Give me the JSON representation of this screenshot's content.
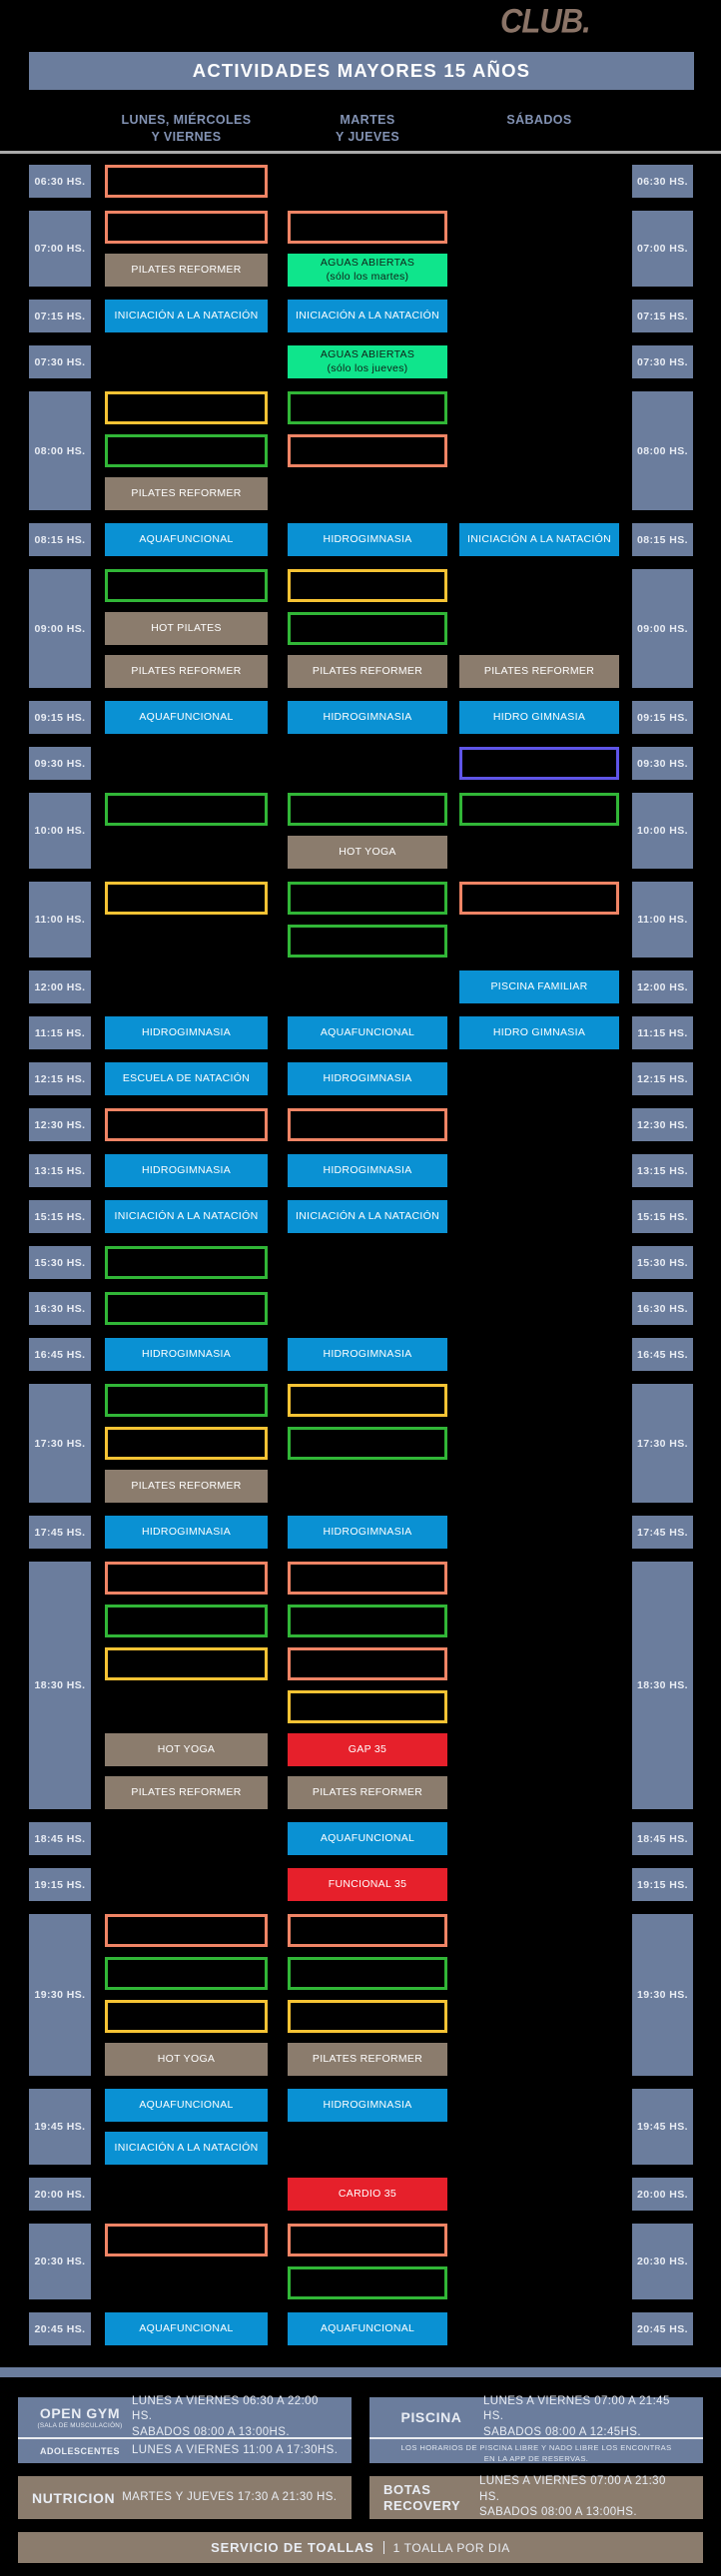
{
  "logo": "CLUB.",
  "title": "ACTIVIDADES MAYORES 15 AÑOS",
  "columns": [
    {
      "line1": "LUNES, MIÉRCOLES",
      "line2": "Y VIERNES"
    },
    {
      "line1": "MARTES",
      "line2": "Y JUEVES"
    },
    {
      "line1": "SÁBADOS",
      "line2": ""
    }
  ],
  "colors": {
    "theme": {
      "slate": "#6b7d9d",
      "brown": "#8b7c6d",
      "rule": "#aaaaaa",
      "logo": "#8b7467"
    },
    "fill": {
      "blue": "#0a91d3",
      "brown": "#8b7c6d",
      "green": "#0fe58c",
      "red": "#e6202b"
    },
    "border": {
      "salmon": "#ef8465",
      "green": "#31b637",
      "yellow": "#f6c334",
      "indigo": "#5f55e8"
    }
  },
  "schedule": {
    "rows": [
      {
        "time": "06:30 HS.",
        "cols": [
          [
            {
              "kind": "outline",
              "style": "salmon"
            }
          ],
          [],
          []
        ]
      },
      {
        "time": "07:00 HS.",
        "cols": [
          [
            {
              "kind": "outline",
              "style": "salmon"
            },
            {
              "kind": "filled",
              "style": "brown",
              "label": "PILATES REFORMER"
            }
          ],
          [
            {
              "kind": "outline",
              "style": "salmon"
            },
            {
              "kind": "filled",
              "style": "green",
              "label": "AGUAS ABIERTAS",
              "sublabel": "(sólo los martes)"
            }
          ],
          []
        ]
      },
      {
        "time": "07:15 HS.",
        "cols": [
          [
            {
              "kind": "filled",
              "style": "blue",
              "label": "INICIACIÓN A LA NATACIÓN"
            }
          ],
          [
            {
              "kind": "filled",
              "style": "blue",
              "label": "INICIACIÓN A LA NATACIÓN"
            }
          ],
          []
        ]
      },
      {
        "time": "07:30 HS.",
        "cols": [
          [],
          [
            {
              "kind": "filled",
              "style": "green",
              "label": "AGUAS ABIERTAS",
              "sublabel": "(sólo los jueves)"
            }
          ],
          []
        ]
      },
      {
        "time": "08:00 HS.",
        "cols": [
          [
            {
              "kind": "outline",
              "style": "yellow"
            },
            {
              "kind": "outline",
              "style": "green"
            },
            {
              "kind": "filled",
              "style": "brown",
              "label": "PILATES REFORMER"
            }
          ],
          [
            {
              "kind": "outline",
              "style": "green"
            },
            {
              "kind": "outline",
              "style": "salmon"
            }
          ],
          []
        ]
      },
      {
        "time": "08:15 HS.",
        "cols": [
          [
            {
              "kind": "filled",
              "style": "blue",
              "label": "AQUAFUNCIONAL"
            }
          ],
          [
            {
              "kind": "filled",
              "style": "blue",
              "label": "HIDROGIMNASIA"
            }
          ],
          [
            {
              "kind": "filled",
              "style": "blue",
              "label": "INICIACIÓN A LA NATACIÓN"
            }
          ]
        ]
      },
      {
        "time": "09:00 HS.",
        "cols": [
          [
            {
              "kind": "outline",
              "style": "green"
            },
            {
              "kind": "filled",
              "style": "brown",
              "label": "HOT PILATES"
            },
            {
              "kind": "filled",
              "style": "brown",
              "label": "PILATES REFORMER"
            }
          ],
          [
            {
              "kind": "outline",
              "style": "yellow"
            },
            {
              "kind": "outline",
              "style": "green"
            },
            {
              "kind": "filled",
              "style": "brown",
              "label": "PILATES REFORMER"
            }
          ],
          [
            {
              "kind": "spacer"
            },
            {
              "kind": "spacer"
            },
            {
              "kind": "filled",
              "style": "brown",
              "label": "PILATES REFORMER"
            }
          ]
        ]
      },
      {
        "time": "09:15 HS.",
        "cols": [
          [
            {
              "kind": "filled",
              "style": "blue",
              "label": "AQUAFUNCIONAL"
            }
          ],
          [
            {
              "kind": "filled",
              "style": "blue",
              "label": "HIDROGIMNASIA"
            }
          ],
          [
            {
              "kind": "filled",
              "style": "blue",
              "label": "HIDRO GIMNASIA"
            }
          ]
        ]
      },
      {
        "time": "09:30 HS.",
        "cols": [
          [],
          [],
          [
            {
              "kind": "outline",
              "style": "indigo"
            }
          ]
        ]
      },
      {
        "time": "10:00 HS.",
        "cols": [
          [
            {
              "kind": "outline",
              "style": "green"
            }
          ],
          [
            {
              "kind": "outline",
              "style": "green"
            },
            {
              "kind": "filled",
              "style": "brown",
              "label": "HOT YOGA"
            }
          ],
          [
            {
              "kind": "outline",
              "style": "green"
            }
          ]
        ]
      },
      {
        "time": "11:00 HS.",
        "cols": [
          [
            {
              "kind": "outline",
              "style": "yellow"
            }
          ],
          [
            {
              "kind": "outline",
              "style": "green"
            },
            {
              "kind": "outline",
              "style": "green"
            }
          ],
          [
            {
              "kind": "outline",
              "style": "salmon"
            }
          ]
        ]
      },
      {
        "time": "12:00 HS.",
        "cols": [
          [],
          [],
          [
            {
              "kind": "filled",
              "style": "blue",
              "label": "PISCINA FAMILIAR"
            }
          ]
        ]
      },
      {
        "time": "11:15 HS.",
        "cols": [
          [
            {
              "kind": "filled",
              "style": "blue",
              "label": "HIDROGIMNASIA"
            }
          ],
          [
            {
              "kind": "filled",
              "style": "blue",
              "label": "AQUAFUNCIONAL"
            }
          ],
          [
            {
              "kind": "filled",
              "style": "blue",
              "label": "HIDRO GIMNASIA"
            }
          ]
        ]
      },
      {
        "time": "12:15 HS.",
        "cols": [
          [
            {
              "kind": "filled",
              "style": "blue",
              "label": "ESCUELA DE NATACIÓN"
            }
          ],
          [
            {
              "kind": "filled",
              "style": "blue",
              "label": "HIDROGIMNASIA"
            }
          ],
          []
        ]
      },
      {
        "time": "12:30 HS.",
        "cols": [
          [
            {
              "kind": "outline",
              "style": "salmon"
            }
          ],
          [
            {
              "kind": "outline",
              "style": "salmon"
            }
          ],
          []
        ]
      },
      {
        "time": "13:15 HS.",
        "cols": [
          [
            {
              "kind": "filled",
              "style": "blue",
              "label": "HIDROGIMNASIA"
            }
          ],
          [
            {
              "kind": "filled",
              "style": "blue",
              "label": "HIDROGIMNASIA"
            }
          ],
          []
        ]
      },
      {
        "time": "15:15 HS.",
        "cols": [
          [
            {
              "kind": "filled",
              "style": "blue",
              "label": "INICIACIÓN A LA NATACIÓN"
            }
          ],
          [
            {
              "kind": "filled",
              "style": "blue",
              "label": "INICIACIÓN A LA NATACIÓN"
            }
          ],
          []
        ]
      },
      {
        "time": "15:30 HS.",
        "cols": [
          [
            {
              "kind": "outline",
              "style": "green"
            }
          ],
          [],
          []
        ]
      },
      {
        "time": "16:30 HS.",
        "cols": [
          [
            {
              "kind": "outline",
              "style": "green"
            }
          ],
          [],
          []
        ]
      },
      {
        "time": "16:45 HS.",
        "cols": [
          [
            {
              "kind": "filled",
              "style": "blue",
              "label": "HIDROGIMNASIA"
            }
          ],
          [
            {
              "kind": "filled",
              "style": "blue",
              "label": "HIDROGIMNASIA"
            }
          ],
          []
        ]
      },
      {
        "time": "17:30 HS.",
        "cols": [
          [
            {
              "kind": "outline",
              "style": "green"
            },
            {
              "kind": "outline",
              "style": "yellow"
            },
            {
              "kind": "filled",
              "style": "brown",
              "label": "PILATES REFORMER"
            }
          ],
          [
            {
              "kind": "outline",
              "style": "yellow"
            },
            {
              "kind": "outline",
              "style": "green"
            }
          ],
          []
        ]
      },
      {
        "time": "17:45 HS.",
        "cols": [
          [
            {
              "kind": "filled",
              "style": "blue",
              "label": "HIDROGIMNASIA"
            }
          ],
          [
            {
              "kind": "filled",
              "style": "blue",
              "label": "HIDROGIMNASIA"
            }
          ],
          []
        ]
      },
      {
        "time": "18:30 HS.",
        "cols": [
          [
            {
              "kind": "outline",
              "style": "salmon"
            },
            {
              "kind": "outline",
              "style": "green"
            },
            {
              "kind": "outline",
              "style": "yellow"
            },
            {
              "kind": "spacer"
            },
            {
              "kind": "filled",
              "style": "brown",
              "label": "HOT YOGA"
            },
            {
              "kind": "filled",
              "style": "brown",
              "label": "PILATES REFORMER"
            }
          ],
          [
            {
              "kind": "outline",
              "style": "salmon"
            },
            {
              "kind": "outline",
              "style": "green"
            },
            {
              "kind": "outline",
              "style": "salmon"
            },
            {
              "kind": "outline",
              "style": "yellow"
            },
            {
              "kind": "filled",
              "style": "red",
              "label": "GAP 35"
            },
            {
              "kind": "filled",
              "style": "brown",
              "label": "PILATES REFORMER"
            }
          ],
          []
        ]
      },
      {
        "time": "18:45 HS.",
        "cols": [
          [],
          [
            {
              "kind": "filled",
              "style": "blue",
              "label": "AQUAFUNCIONAL"
            }
          ],
          []
        ]
      },
      {
        "time": "19:15 HS.",
        "cols": [
          [],
          [
            {
              "kind": "filled",
              "style": "red",
              "label": "FUNCIONAL 35"
            }
          ],
          []
        ]
      },
      {
        "time": "19:30 HS.",
        "cols": [
          [
            {
              "kind": "outline",
              "style": "salmon"
            },
            {
              "kind": "outline",
              "style": "green"
            },
            {
              "kind": "outline",
              "style": "yellow"
            },
            {
              "kind": "filled",
              "style": "brown",
              "label": "HOT YOGA"
            }
          ],
          [
            {
              "kind": "outline",
              "style": "salmon"
            },
            {
              "kind": "outline",
              "style": "green"
            },
            {
              "kind": "outline",
              "style": "yellow"
            },
            {
              "kind": "filled",
              "style": "brown",
              "label": "PILATES REFORMER"
            }
          ],
          []
        ]
      },
      {
        "time": "19:45 HS.",
        "cols": [
          [
            {
              "kind": "filled",
              "style": "blue",
              "label": "AQUAFUNCIONAL"
            },
            {
              "kind": "filled",
              "style": "blue",
              "label": "INICIACIÓN A LA NATACIÓN"
            }
          ],
          [
            {
              "kind": "filled",
              "style": "blue",
              "label": "HIDROGIMNASIA"
            }
          ],
          []
        ]
      },
      {
        "time": "20:00 HS.",
        "cols": [
          [],
          [
            {
              "kind": "filled",
              "style": "red",
              "label": "CARDIO 35"
            }
          ],
          []
        ]
      },
      {
        "time": "20:30 HS.",
        "cols": [
          [
            {
              "kind": "outline",
              "style": "salmon"
            }
          ],
          [
            {
              "kind": "outline",
              "style": "salmon"
            },
            {
              "kind": "outline",
              "style": "green"
            }
          ],
          []
        ]
      },
      {
        "time": "20:45 HS.",
        "cols": [
          [
            {
              "kind": "filled",
              "style": "blue",
              "label": "AQUAFUNCIONAL"
            }
          ],
          [
            {
              "kind": "filled",
              "style": "blue",
              "label": "AQUAFUNCIONAL"
            }
          ],
          []
        ]
      }
    ]
  },
  "footer": {
    "open_gym": {
      "title": "OPEN GYM",
      "subtitle": "(SALA DE MUSCULACIÓN)",
      "line1": "LUNES A VIERNES 06:30 A 22:00 HS.",
      "line2": "SABADOS 08:00 A 13:00HS."
    },
    "adolescentes": {
      "title": "ADOLESCENTES",
      "line1": "LUNES A VIERNES 11:00 A 17:30HS."
    },
    "piscina": {
      "title": "PISCINA",
      "line1": "LUNES A VIERNES 07:00 A 21:45 HS.",
      "line2": "SABADOS 08:00 A 12:45HS.",
      "note1": "LOS HORARIOS DE PISCINA LIBRE Y NADO LIBRE LOS ENCONTRAS",
      "note2": "EN LA APP DE RESERVAS."
    },
    "nutricion": {
      "title": "NUTRICION",
      "line1": "MARTES Y JUEVES 17:30 A 21:30 HS."
    },
    "botas": {
      "title1": "BOTAS",
      "title2": "RECOVERY",
      "line1": "LUNES A VIERNES 07:00 A 21:30 HS.",
      "line2": "SABADOS 08:00 A 13:00HS."
    },
    "toallas": {
      "title": "SERVICIO DE TOALLAS",
      "line1": "1 TOALLA POR DIA"
    }
  }
}
